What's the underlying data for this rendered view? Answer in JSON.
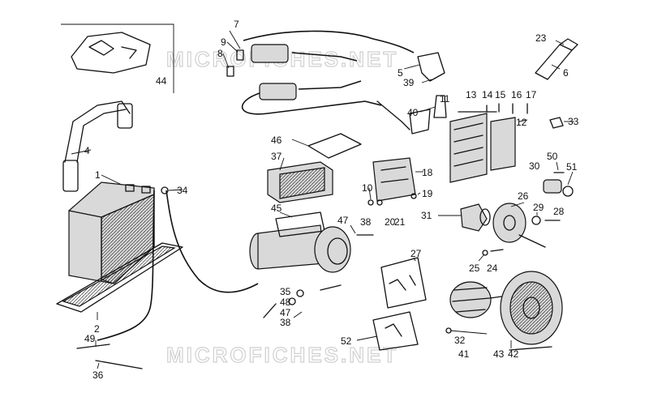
{
  "watermark": "MICROFICHES.NET",
  "labels": [
    "1",
    "2",
    "4",
    "5",
    "6",
    "7",
    "8",
    "9",
    "10",
    "11",
    "12",
    "13",
    "14",
    "15",
    "16",
    "17",
    "18",
    "19",
    "20",
    "21",
    "23",
    "24",
    "25",
    "26",
    "27",
    "28",
    "29",
    "30",
    "31",
    "32",
    "33",
    "34",
    "35",
    "36",
    "37",
    "38",
    "39",
    "40",
    "41",
    "42",
    "43",
    "44",
    "45",
    "46",
    "47",
    "48",
    "49",
    "50",
    "51",
    "52"
  ]
}
